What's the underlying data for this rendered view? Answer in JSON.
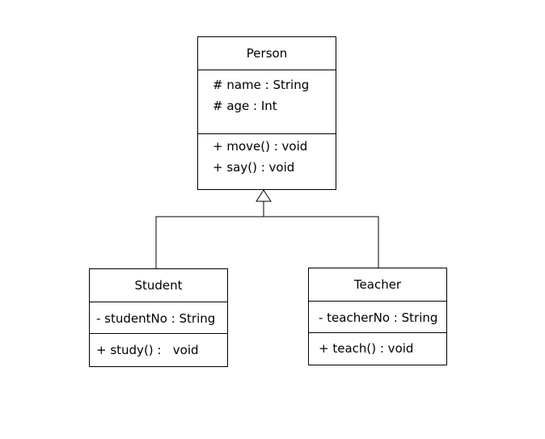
{
  "colors": {
    "line": "#000000",
    "background": "#ffffff"
  },
  "classes": {
    "person": {
      "name": "Person",
      "attributes": [
        "# name : String",
        "# age : Int"
      ],
      "methods": [
        "+ move() : void",
        "+ say() : void"
      ]
    },
    "student": {
      "name": "Student",
      "attributes": [
        "- studentNo : String"
      ],
      "methods": [
        "+ study() :   void"
      ]
    },
    "teacher": {
      "name": "Teacher",
      "attributes": [
        "- teacherNo : String"
      ],
      "methods": [
        "+ teach() : void"
      ]
    }
  },
  "relationships": [
    {
      "type": "generalization",
      "from": "Student",
      "to": "Person"
    },
    {
      "type": "generalization",
      "from": "Teacher",
      "to": "Person"
    }
  ]
}
